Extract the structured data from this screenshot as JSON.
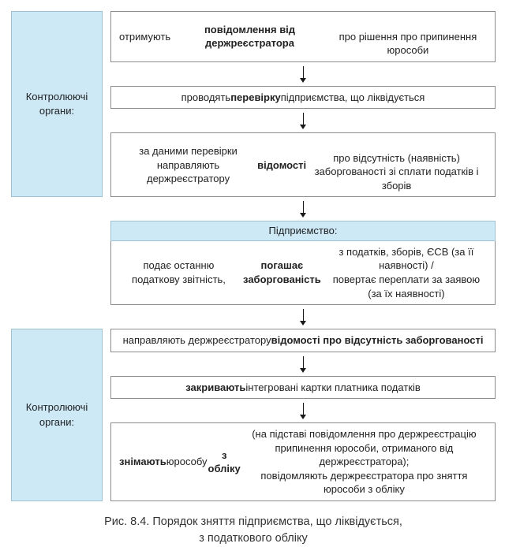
{
  "colors": {
    "box_fill_blue": "#cde9f6",
    "box_border_gray": "#8c8c8c",
    "box_border_blue": "#9cc3d6",
    "text": "#222222",
    "arrow": "#1a1a1a"
  },
  "top_group": {
    "side_label": "Контролюючі органи:",
    "boxes": [
      {
        "segments": [
          {
            "t": "отримують ",
            "b": false
          },
          {
            "t": "повідомлення від держреєстратора",
            "b": true
          },
          {
            "t": "\nпро рішення про припинення юрособи",
            "b": false
          }
        ]
      },
      {
        "segments": [
          {
            "t": "проводять ",
            "b": false
          },
          {
            "t": "перевірку",
            "b": true
          },
          {
            "t": " підприємства, що ліквідується",
            "b": false
          }
        ]
      },
      {
        "segments": [
          {
            "t": "за даними перевірки направляють держреєстратору ",
            "b": false
          },
          {
            "t": "відомості",
            "b": true
          },
          {
            "t": "\nпро відсутність (наявність) заборгованості зі сплати податків і зборів",
            "b": false
          }
        ]
      }
    ]
  },
  "enterprise": {
    "header": "Підприємство:",
    "body_segments": [
      {
        "t": "подає останню податкову звітність,\n",
        "b": false
      },
      {
        "t": "погашає заборгованість",
        "b": true
      },
      {
        "t": " з податків, зборів, ЄСВ (за її наявності) /\nповертає переплати за заявою (за їх наявності)",
        "b": false
      }
    ]
  },
  "bottom_group": {
    "side_label": "Контролюючі органи:",
    "boxes": [
      {
        "segments": [
          {
            "t": "направляють держреєстратору ",
            "b": false
          },
          {
            "t": "відомості про відсутність заборгованості",
            "b": true
          }
        ]
      },
      {
        "segments": [
          {
            "t": "закривають",
            "b": true
          },
          {
            "t": " інтегровані картки платника податків",
            "b": false
          }
        ]
      },
      {
        "segments": [
          {
            "t": "знімають",
            "b": true
          },
          {
            "t": " юрособу ",
            "b": false
          },
          {
            "t": "з обліку",
            "b": true
          },
          {
            "t": " (на підставі повідомлення про держреєстрацію\nприпинення юрособи, отриманого від держреєстратора);\nповідомляють держреєстратора про зняття юрособи з обліку",
            "b": false
          }
        ]
      }
    ]
  },
  "caption": "Рис. 8.4. Порядок зняття підприємства, що ліквідується,\nз податкового обліку"
}
